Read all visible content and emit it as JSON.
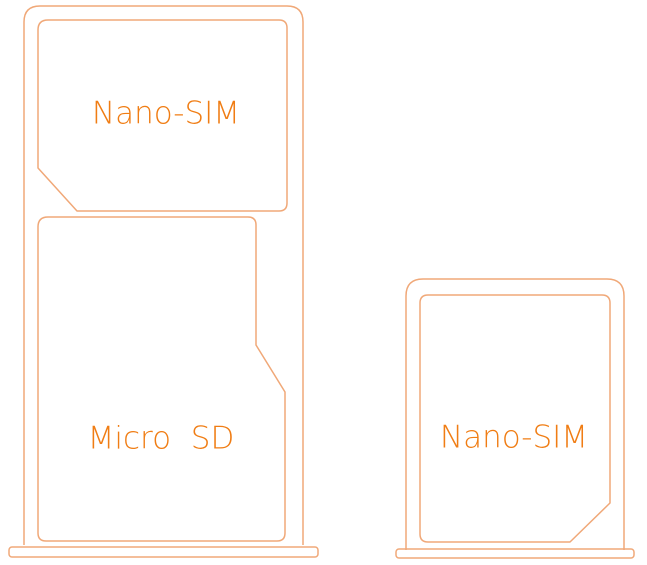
{
  "colors": {
    "stroke": "#f0a878",
    "label": "#f07d14",
    "background": "#ffffff"
  },
  "trays": [
    {
      "name": "dual-slot-tray",
      "slots": [
        {
          "label": "Nano-SIM"
        },
        {
          "label": "Micro  SD"
        }
      ]
    },
    {
      "name": "single-slot-tray",
      "slots": [
        {
          "label": "Nano-SIM"
        }
      ]
    }
  ]
}
